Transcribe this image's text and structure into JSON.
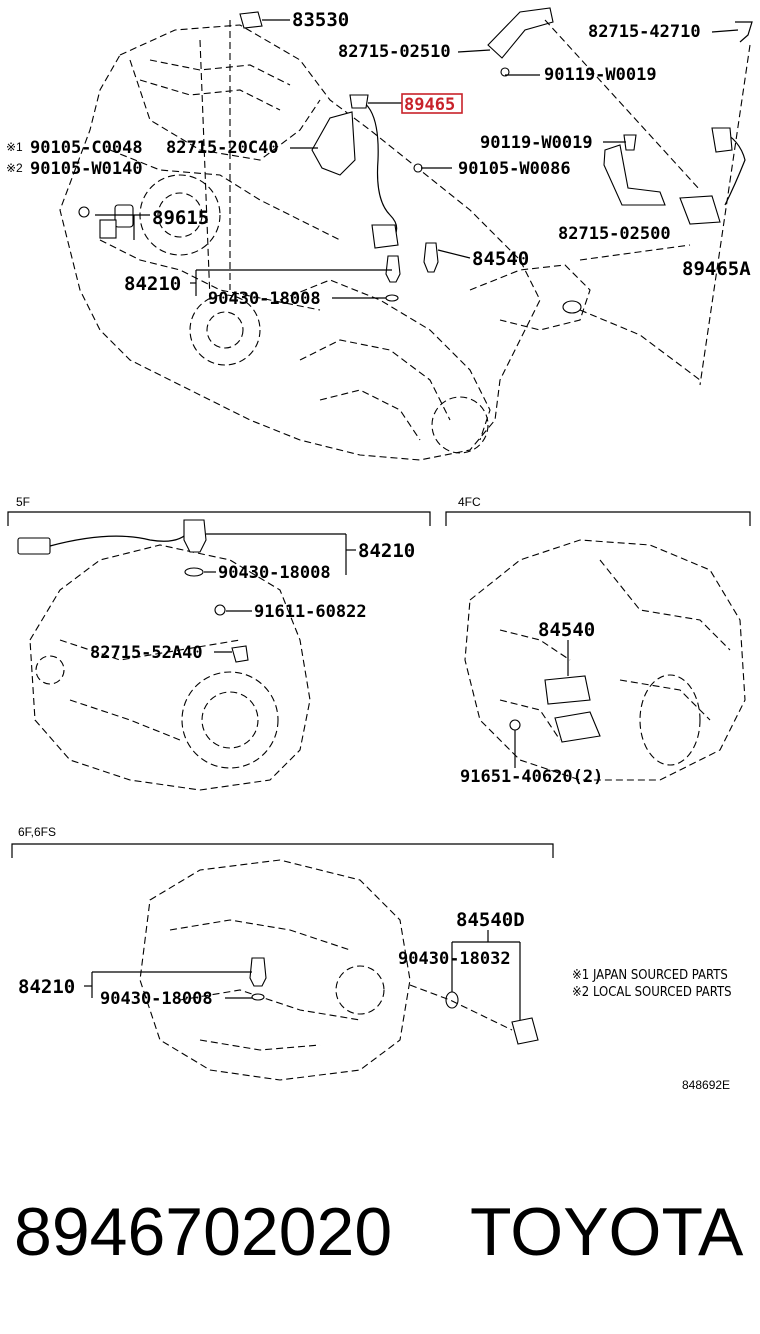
{
  "main_diagram": {
    "labels": {
      "p83530": "83530",
      "p82715_02510": "82715-02510",
      "p82715_42710": "82715-42710",
      "p90119_w0019_top": "90119-W0019",
      "p89465": "89465",
      "p90119_w0019_right": "90119-W0019",
      "p90105_c0048": "90105-C0048",
      "p90105_w0140": "90105-W0140",
      "mark1": "※1",
      "mark2": "※2",
      "p82715_20c40": "82715-20C40",
      "p90105_w0086": "90105-W0086",
      "p89615": "89615",
      "p82715_02500": "82715-02500",
      "p84540": "84540",
      "p89465a": "89465A",
      "p84210": "84210",
      "p90430_18008": "90430-18008"
    }
  },
  "section_5f": {
    "title": "5F",
    "labels": {
      "p84210": "84210",
      "p90430_18008": "90430-18008",
      "p91611_60822": "91611-60822",
      "p82715_52a40": "82715-52A40"
    }
  },
  "section_4fc": {
    "title": "4FC",
    "labels": {
      "p84540": "84540",
      "p91651_40620": "91651-40620(2)"
    }
  },
  "section_6f": {
    "title": "6F,6FS",
    "labels": {
      "p84540d": "84540D",
      "p90430_18032": "90430-18032",
      "p84210": "84210",
      "p90430_18008": "90430-18008"
    }
  },
  "notes": {
    "note1": "※1  JAPAN SOURCED PARTS",
    "note2": "※2  LOCAL SOURCED PARTS"
  },
  "diagram_code": "848692E",
  "footer": {
    "part_number": "8946702020",
    "brand": "TOYOTA"
  },
  "highlight_color": "#c8222a"
}
